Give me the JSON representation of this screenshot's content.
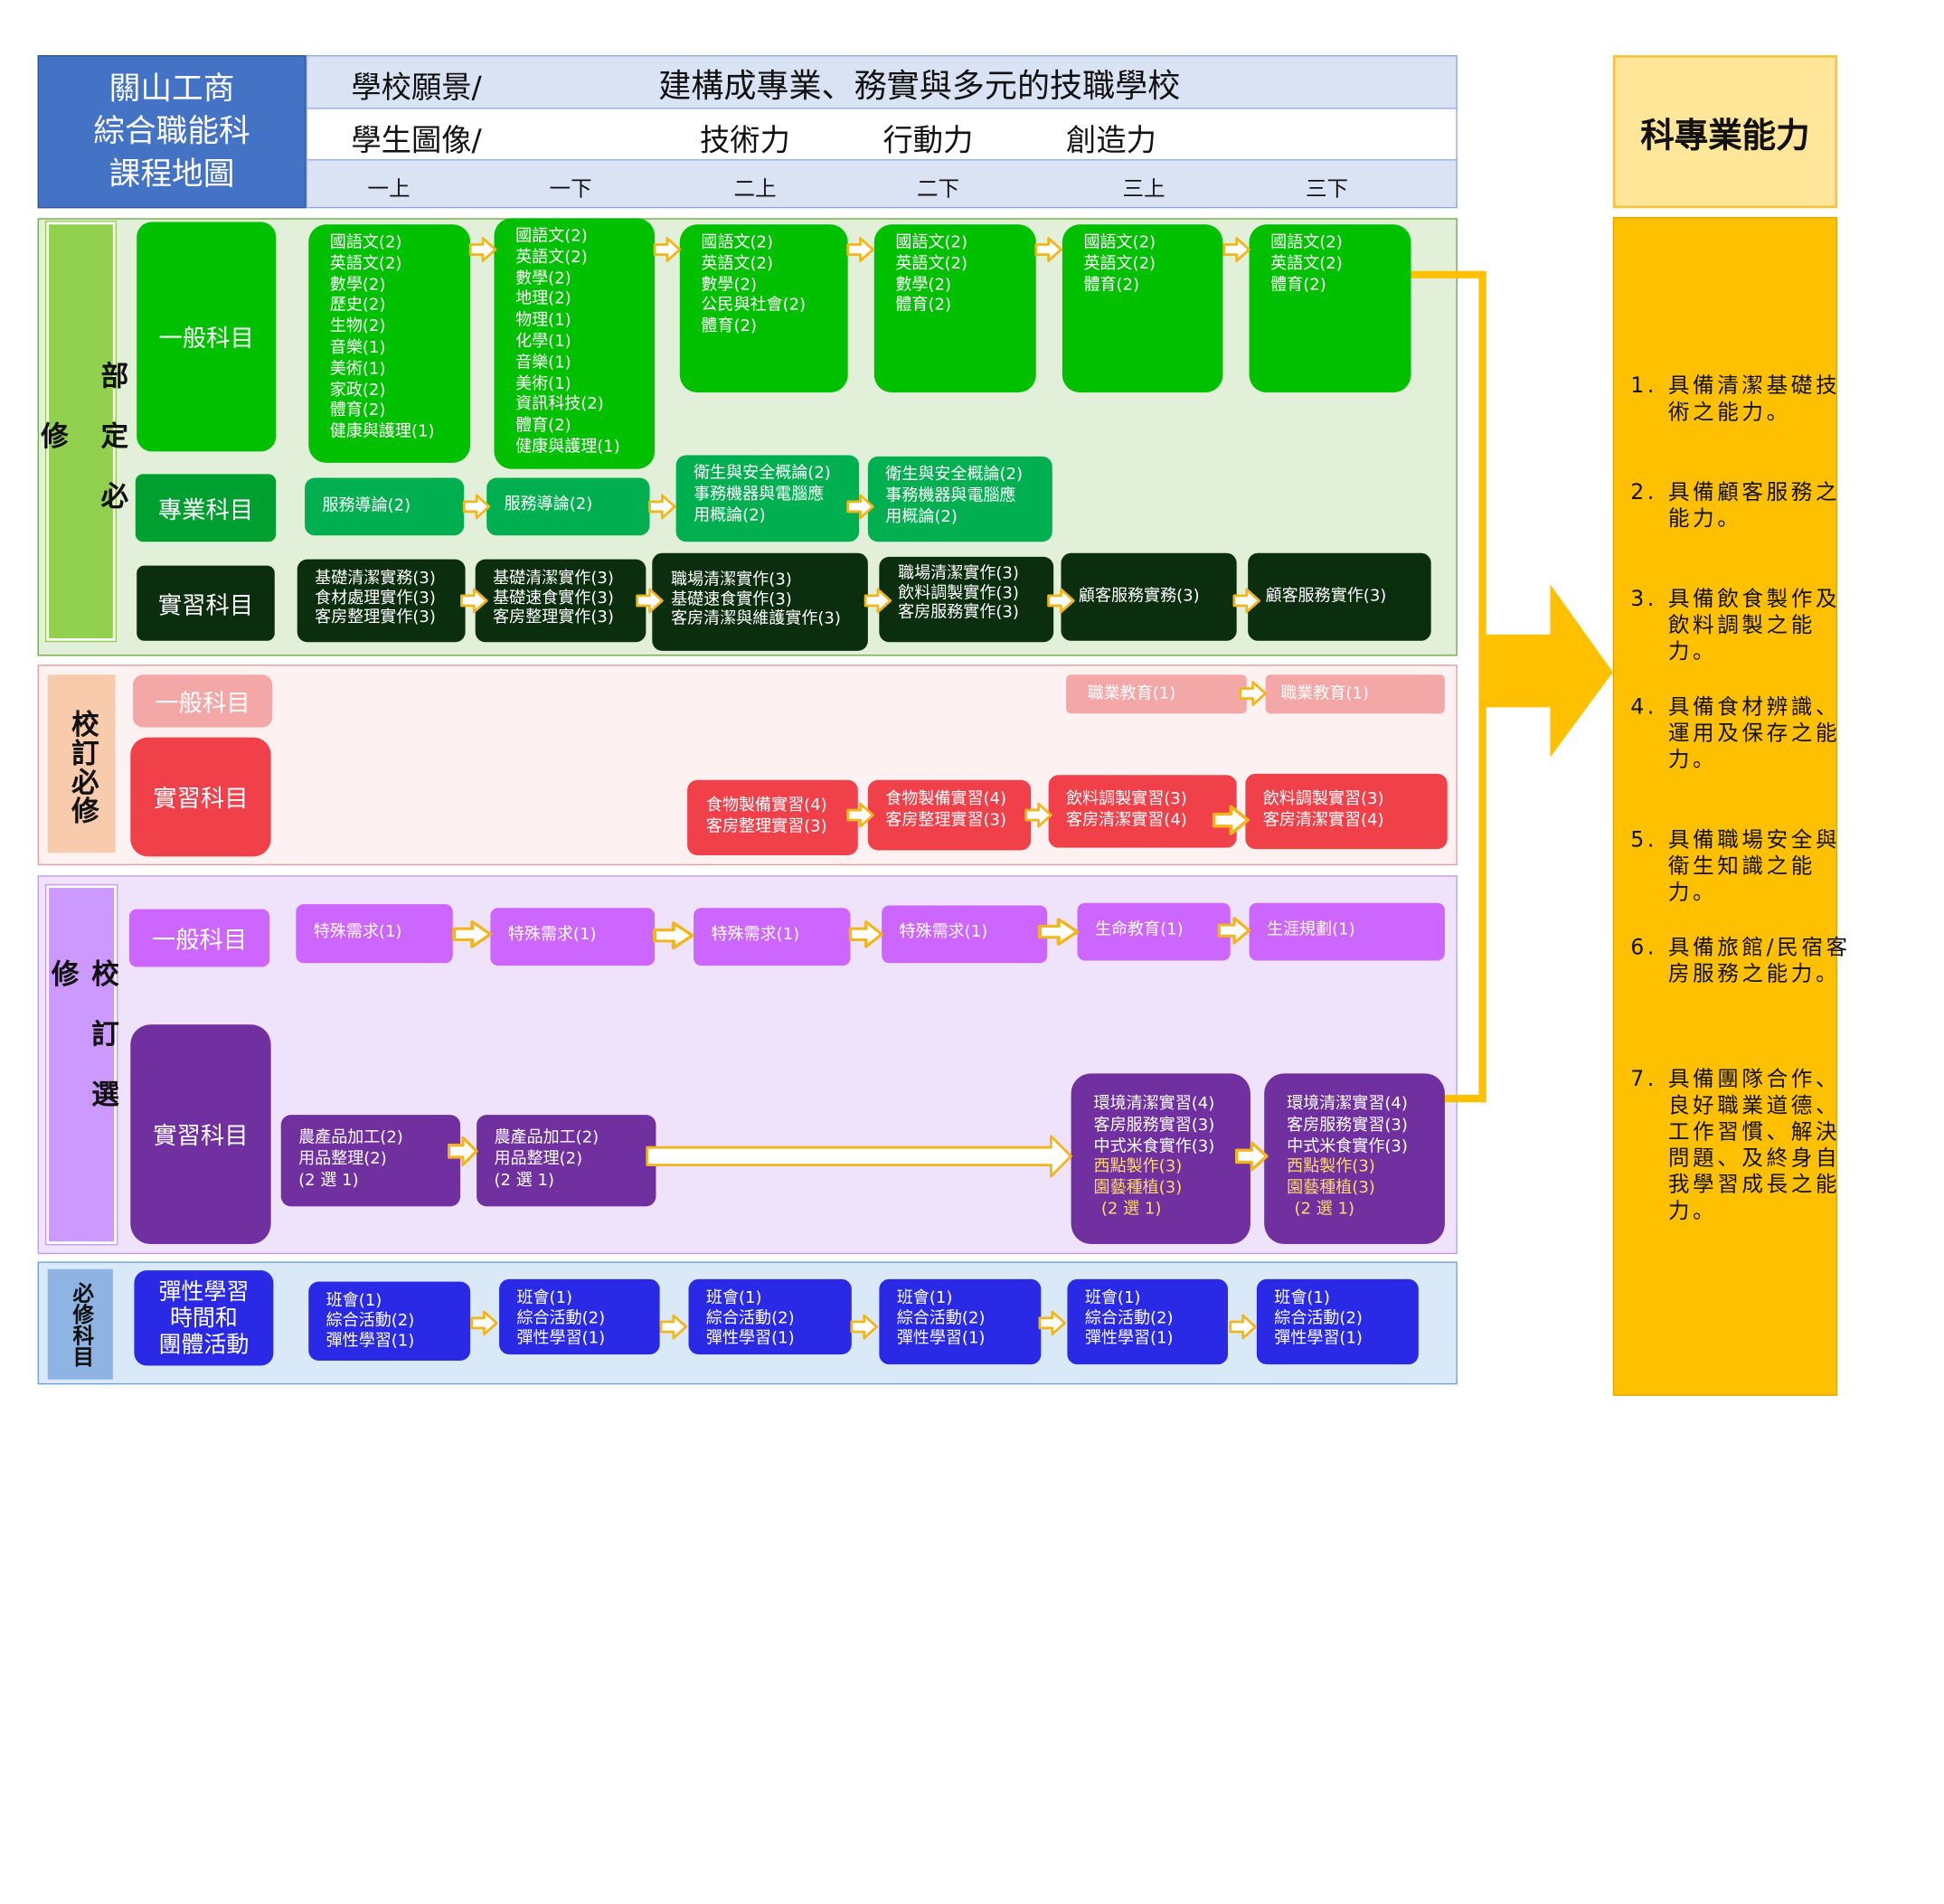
{
  "header": {
    "school_title": "關山工商\n綜合職能科\n課程地圖",
    "vision_label": "學校願景/",
    "vision_text": "建構成專業、務實與多元的技職學校",
    "image_label": "學生圖像/",
    "image_items": [
      "技術力",
      "行動力",
      "創造力"
    ],
    "semesters": [
      "一上",
      "一下",
      "二上",
      "二下",
      "三上",
      "三下"
    ]
  },
  "competence": {
    "title": "科專業能力",
    "items": [
      {
        "num": "1.",
        "text": "具備清潔基礎技術之能力。"
      },
      {
        "num": "2.",
        "text": "具備顧客服務之能力。"
      },
      {
        "num": "3.",
        "text": "具備飲食製作及飲料調製之能力。"
      },
      {
        "num": "4.",
        "text": "具備食材辨識、運用及保存之能力。"
      },
      {
        "num": "5.",
        "text": "具備職場安全與衛生知識之能力。"
      },
      {
        "num": "6.",
        "text": "具備旅館/民宿客房服務之能力。"
      },
      {
        "num": "7.",
        "text": "具備團隊合作、良好職業道德、工作習慣、解決問題、及終身自我學習成長之能力。"
      }
    ]
  },
  "sections": {
    "required": {
      "label": "部定必修"
    },
    "school_required": {
      "label": "校訂必修"
    },
    "elective": {
      "label": "校訂選修"
    },
    "compulsory": {
      "label": "必修科目"
    }
  },
  "row_labels": {
    "req_general": "一般科目",
    "req_professional": "專業科目",
    "req_practice": "實習科目",
    "sr_general": "一般科目",
    "sr_practice": "實習科目",
    "el_general": "一般科目",
    "el_practice": "實習科目",
    "flex": "彈性學習\n時間和\n團體活動"
  },
  "courses": {
    "req_general": [
      "國語文(2)\n英語文(2)\n數學(2)\n歷史(2)\n生物(2)\n音樂(1)\n美術(1)\n家政(2)\n體育(2)\n健康與護理(1)",
      "國語文(2)\n英語文(2)\n數學(2)\n地理(2)\n物理(1)\n化學(1)\n音樂(1)\n美術(1)\n資訊科技(2)\n體育(2)\n健康與護理(1)",
      "國語文(2)\n英語文(2)\n數學(2)\n公民與社會(2)\n體育(2)",
      "國語文(2)\n英語文(2)\n數學(2)\n體育(2)",
      "國語文(2)\n英語文(2)\n體育(2)",
      "國語文(2)\n英語文(2)\n體育(2)"
    ],
    "req_professional": [
      "服務導論(2)",
      "服務導論(2)",
      "衛生與安全概論(2)\n事務機器與電腦應\n用概論(2)",
      "衛生與安全概論(2)\n事務機器與電腦應\n用概論(2)"
    ],
    "req_practice": [
      "基礎清潔實務(3)\n食材處理實作(3)\n客房整理實作(3)",
      "基礎清潔實作(3)\n基礎速食實作(3)\n客房整理實作(3)",
      "職場清潔實作(3)\n基礎速食實作(3)\n客房清潔與維護實作(3)",
      "職場清潔實作(3)\n飲料調製實作(3)\n客房服務實作(3)",
      "顧客服務實務(3)",
      "顧客服務實作(3)"
    ],
    "sr_general": [
      "職業教育(1)",
      "職業教育(1)"
    ],
    "sr_practice": [
      "食物製備實習(4)\n客房整理實習(3)",
      "食物製備實習(4)\n客房整理實習(3)",
      "飲料調製實習(3)\n客房清潔實習(4)",
      "飲料調製實習(3)\n客房清潔實習(4)"
    ],
    "el_general": [
      "特殊需求(1)",
      "特殊需求(1)",
      "特殊需求(1)",
      "特殊需求(1)",
      "生命教育(1)",
      "生涯規劃(1)"
    ],
    "el_practice": [
      "農產品加工(2)\n用品整理(2)\n(2 選 1)",
      "農產品加工(2)\n用品整理(2)\n(2 選 1)"
    ],
    "el_practice_late": [
      {
        "white": "環境清潔實習(4)\n客房服務實習(3)\n中式米食實作(3)",
        "yellow": "西點製作(3)\n園藝種植(3)",
        "note": "(2 選 1)"
      },
      {
        "white": "環境清潔實習(4)\n客房服務實習(3)\n中式米食實作(3)",
        "yellow": "西點製作(3)\n園藝種植(3)",
        "note": "(2 選 1)"
      }
    ],
    "flex": [
      "班會(1)\n綜合活動(2)\n彈性學習(1)",
      "班會(1)\n綜合活動(2)\n彈性學習(1)",
      "班會(1)\n綜合活動(2)\n彈性學習(1)",
      "班會(1)\n綜合活動(2)\n彈性學習(1)",
      "班會(1)\n綜合活動(2)\n彈性學習(1)",
      "班會(1)\n綜合活動(2)\n彈性學習(1)"
    ]
  },
  "colors": {
    "header_blue": "#4472c4",
    "header_row": "#dae3f3",
    "green_bright": "#00c000",
    "green_dark": "#00b050",
    "green_darkest": "#0b2e0f",
    "pink_light": "#f4a7a7",
    "red": "#f0404a",
    "violet_light": "#cc66ff",
    "violet_dark": "#7030a0",
    "blue": "#2a2ae6",
    "gold": "#ffc000",
    "gold_light": "#ffe699",
    "course_yellow": "#ffd966"
  }
}
